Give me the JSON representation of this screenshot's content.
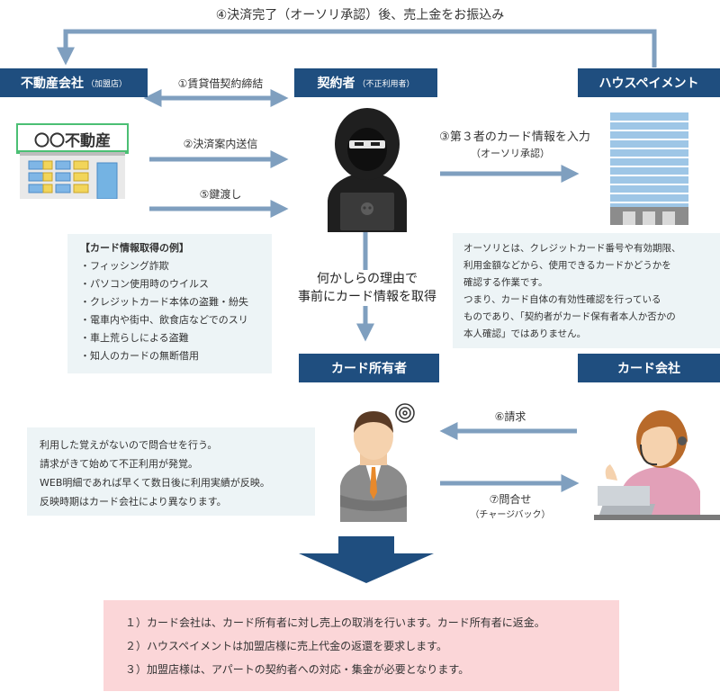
{
  "top_caption": "④決済完了（オーソリ承認）後、売上金をお振込み",
  "actors": {
    "realtor": {
      "label": "不動産会社",
      "sub": "（加盟店）",
      "sign": "〇〇不動産"
    },
    "contractor": {
      "label": "契約者",
      "sub": "（不正利用者）"
    },
    "housepayment": {
      "label": "ハウスペイメント"
    },
    "cardholder": {
      "label": "カード所有者"
    },
    "cardcompany": {
      "label": "カード会社"
    }
  },
  "steps": {
    "s1": "①賃貸借契約締結",
    "s2": "②決済案内送信",
    "s5": "⑤鍵渡し",
    "s3": "③第３者のカード情報を入力",
    "s3_sub": "（オーソリ承認）",
    "s6": "⑥請求",
    "s7": "⑦問合せ",
    "s7_sub": "（チャージバック）"
  },
  "middle_caption": [
    "何かしらの理由で",
    "事前にカード情報を取得"
  ],
  "card_examples": {
    "title": "【カード情報取得の例】",
    "items": [
      "・フィッシング詐欺",
      "・パソコン使用時のウイルス",
      "・クレジットカード本体の盗難・紛失",
      "・電車内や街中、飲食店などでのスリ",
      "・車上荒らしによる盗難",
      "・知人のカードの無断借用"
    ]
  },
  "authori_note": [
    "オーソリとは、クレジットカード番号や有効期限、",
    "利用金額などから、使用できるカードかどうかを",
    "確認する作業です。",
    "つまり、カード自体の有効性確認を行っている",
    "ものであり、「契約者がカード保有者本人か否かの",
    "本人確認」ではありません。"
  ],
  "holder_note": [
    "利用した覚えがないので問合せを行う。",
    "請求がきて始めて不正利用が発覚。",
    "WEB明細であれば早くて数日後に利用実績が反映。",
    "反映時期はカード会社により異なります。"
  ],
  "results": [
    "１）カード会社は、カード所有者に対し売上の取消を行います。カード所有者に返金。",
    "２）ハウスペイメントは加盟店様に売上代金の返還を要求します。",
    "３）加盟店様は、アパートの契約者への対応・集金が必要となります。"
  ],
  "colors": {
    "navy": "#1f4e7f",
    "arrow": "#7f9fbf",
    "panel": "#edf4f6",
    "result_bg": "#fbd6d8"
  }
}
